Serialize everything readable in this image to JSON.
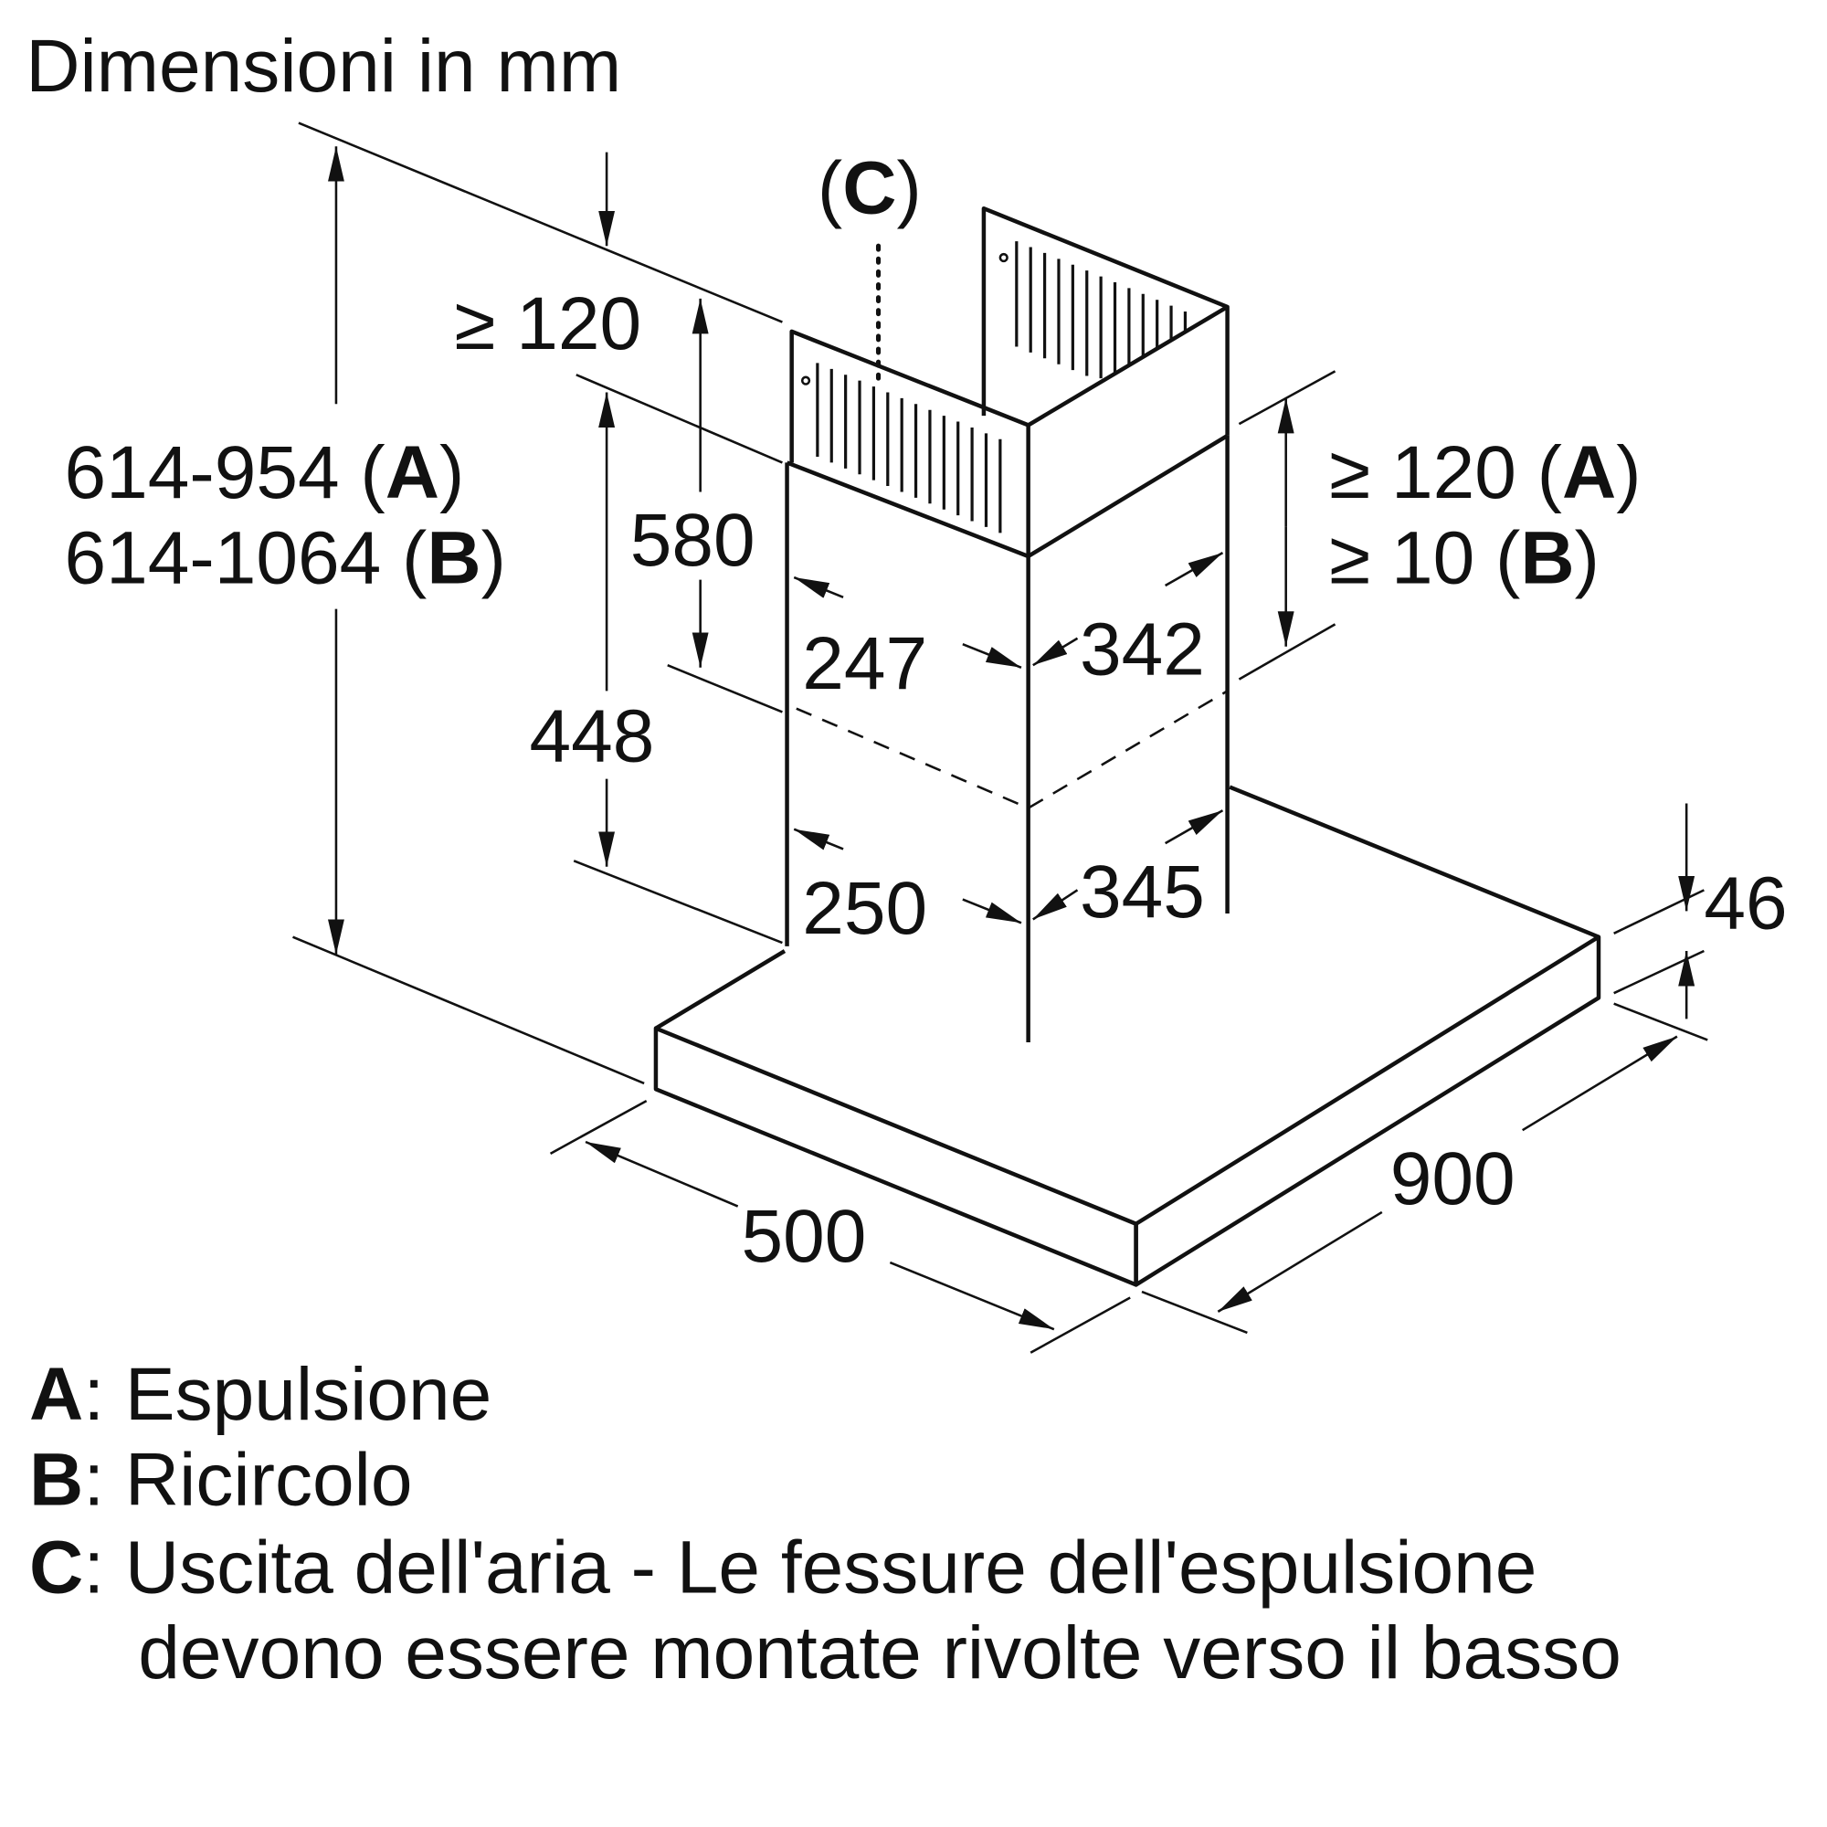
{
  "title": "Dimensioni in mm",
  "labels": {
    "c_marker": {
      "open": "(",
      "letter": "C",
      "close": ")"
    },
    "total_height_a": {
      "value": "614-954 (",
      "letter": "A",
      "close": ")"
    },
    "total_height_b": {
      "value": "614-1064 (",
      "letter": "B",
      "close": ")"
    },
    "top_gap": "≥ 120",
    "upper_chimney": "580",
    "lower_chimney": "448",
    "right_gap_a": {
      "value": "≥ 120 (",
      "letter": "A",
      "close": ")"
    },
    "right_gap_b": {
      "value": "≥ 10 (",
      "letter": "B",
      "close": ")"
    },
    "upper_depth": "247",
    "upper_width": "342",
    "lower_depth": "250",
    "lower_width": "345",
    "hood_height": "46",
    "hood_depth": "500",
    "hood_width": "900"
  },
  "legend": [
    {
      "key": "A",
      "text": ": Espulsione"
    },
    {
      "key": "B",
      "text": ": Ricircolo"
    },
    {
      "key": "C",
      "text": ": Uscita dell'aria - Le fessure dell'espulsione"
    },
    {
      "key": "",
      "text": "devono essere montate rivolte verso il basso"
    }
  ]
}
